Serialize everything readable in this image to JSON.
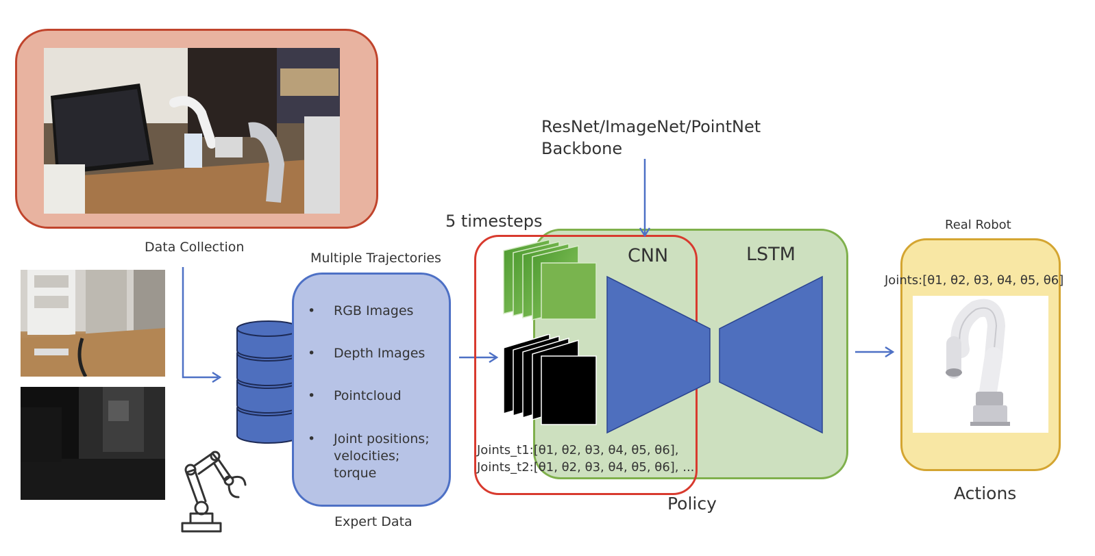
{
  "data_collection": {
    "label": "Data Collection"
  },
  "expert_data": {
    "header": "Multiple Trajectories",
    "items": [
      "RGB Images",
      "Depth Images",
      "Pointcloud",
      "Joint positions;",
      "velocities;",
      "torque"
    ],
    "footer": "Expert Data"
  },
  "backbone": {
    "line1": "ResNet/ImageNet/PointNet",
    "line2": "Backbone"
  },
  "policy": {
    "timesteps_label": "5 timesteps",
    "cnn_label": "CNN",
    "lstm_label": "LSTM",
    "joints_t1": "Joints_t1:[θ1, θ2, θ3, θ4, θ5, θ6],",
    "joints_t2": "Joints_t2:[θ1, θ2, θ3, θ4, θ5, θ6], ...",
    "label": "Policy"
  },
  "robot": {
    "title": "Real Robot",
    "joints": "Joints:[θ1, θ2, θ3, θ4, θ5, θ6]",
    "actions_label": "Actions"
  },
  "colors": {
    "arrow": "#4d70c5",
    "data_frame": "#c0442c",
    "expert_fill": "#b7c3e6",
    "policy_fill": "#cde0bf",
    "timestep_border": "#d83a2e",
    "robot_fill": "#f8e7a4",
    "network_blue": "#4e6fbe",
    "frame_green": "#6aad4a"
  }
}
